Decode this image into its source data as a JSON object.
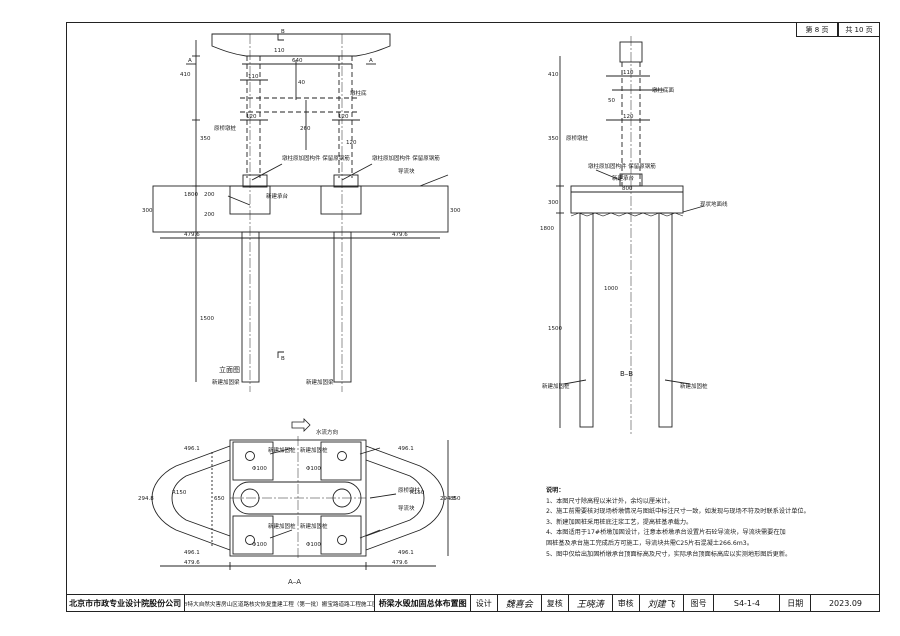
{
  "sheet": {
    "page_label": "第 8 页",
    "total_label": "共 10 页"
  },
  "front_view": {
    "caption": "立面图",
    "section_mark_a": "A",
    "section_mark_b": "B",
    "dim_top_width": "640",
    "dim_top_depth": "410",
    "dim_col_width": "110",
    "dim_110b": "110",
    "dim_120a": "120",
    "dim_120b": "120",
    "dim_120c": "120",
    "dim_350": "350",
    "dim_40": "40",
    "dim_260": "260",
    "dim_1800": "1800",
    "dim_200a": "200",
    "dim_200b": "200",
    "dim_300l": "300",
    "dim_300r": "300",
    "dim_1500": "1500",
    "dim_side_l": "479.6",
    "dim_side_r": "479.6",
    "label_pier": "原桥墩桩",
    "label_bearing": "墩柱底",
    "label_new_cap": "新建承台",
    "label_conn1": "墩柱原加固构件\n保留原钢筋",
    "label_conn2": "墩柱原加固构件\n保留原钢筋",
    "label_guide": "导流块",
    "label_newcap_l": "新建加固梁",
    "label_newcap_r": "新建加固梁"
  },
  "section_bb": {
    "caption": "B–B",
    "dim_410": "410",
    "dim_110": "110",
    "dim_50": "50",
    "dim_120": "120",
    "dim_350": "350",
    "dim_1800": "1800",
    "dim_300": "300",
    "dim_1000": "1000",
    "dim_1500": "1500",
    "dim_800": "800",
    "label_bottom": "墩柱底面",
    "label_pier": "原桥墩桩",
    "label_conn": "墩柱原加固构件\n保留原钢筋",
    "label_cap": "新建承台",
    "label_ground": "现状地面线",
    "label_pile_l": "新建加固桩",
    "label_pile_r": "新建加固桩"
  },
  "plan_aa": {
    "caption": "A–A",
    "flow_label": "水流方向",
    "label_pile1": "新建加固桩",
    "label_pile2": "新建加固桩",
    "label_pile3": "新建加固桩",
    "label_pile4": "新建加固桩",
    "phi1": "Φ100",
    "phi2": "Φ100",
    "phi3": "Φ100",
    "phi4": "Φ100",
    "r150l": "R150",
    "r150r": "R150",
    "d1": "496.1",
    "d2": "496.1",
    "d3": "496.1",
    "d4": "496.1",
    "d5": "294.8",
    "d6": "294.8",
    "d7": "479.6",
    "d8": "479.6",
    "d9": "650",
    "d10": "850",
    "label_side": "原桥墩柱",
    "label_pier": "导流块"
  },
  "notes": {
    "title": "说明：",
    "items": [
      "1、本图尺寸除高程以米计外，余均以厘米计。",
      "2、施工前需要核对现场桥墩情况与图纸中标注尺寸一致，如发现与现场不符及时联系设计单位。",
      "3、新建加固桩采用桩底注浆工艺，提高桩基承载力。",
      "4、本图适用于17#桥墩加固设计，注意本桥墩承台设置片石砼导流块，导流块需要在加",
      "   固桩基及承台施工完成后方可施工，导流块共需C25片石混凝土266.6m3。",
      "5、图中仅给出加固桥墩承台顶面标高及尺寸，实际承台顶面标高应以实测地形图后更新。"
    ]
  },
  "title_block": {
    "company": "北京市市政专业设计院股份公司",
    "project": "北京市特大自然灾害房山区道路核灾恢复重建工程（第一批）搬宝路道路工程施工图设计",
    "drawing_title": "桥梁水毁加固总体布置图",
    "design_label": "设计",
    "design_sign": "魏喜会",
    "check_label": "复核",
    "check_sign": "王晓涛",
    "review_label": "审核",
    "review_sign": "刘建飞",
    "drawing_no_label": "图号",
    "drawing_no": "S4-1-4",
    "date_label": "日期",
    "date": "2023.09"
  }
}
